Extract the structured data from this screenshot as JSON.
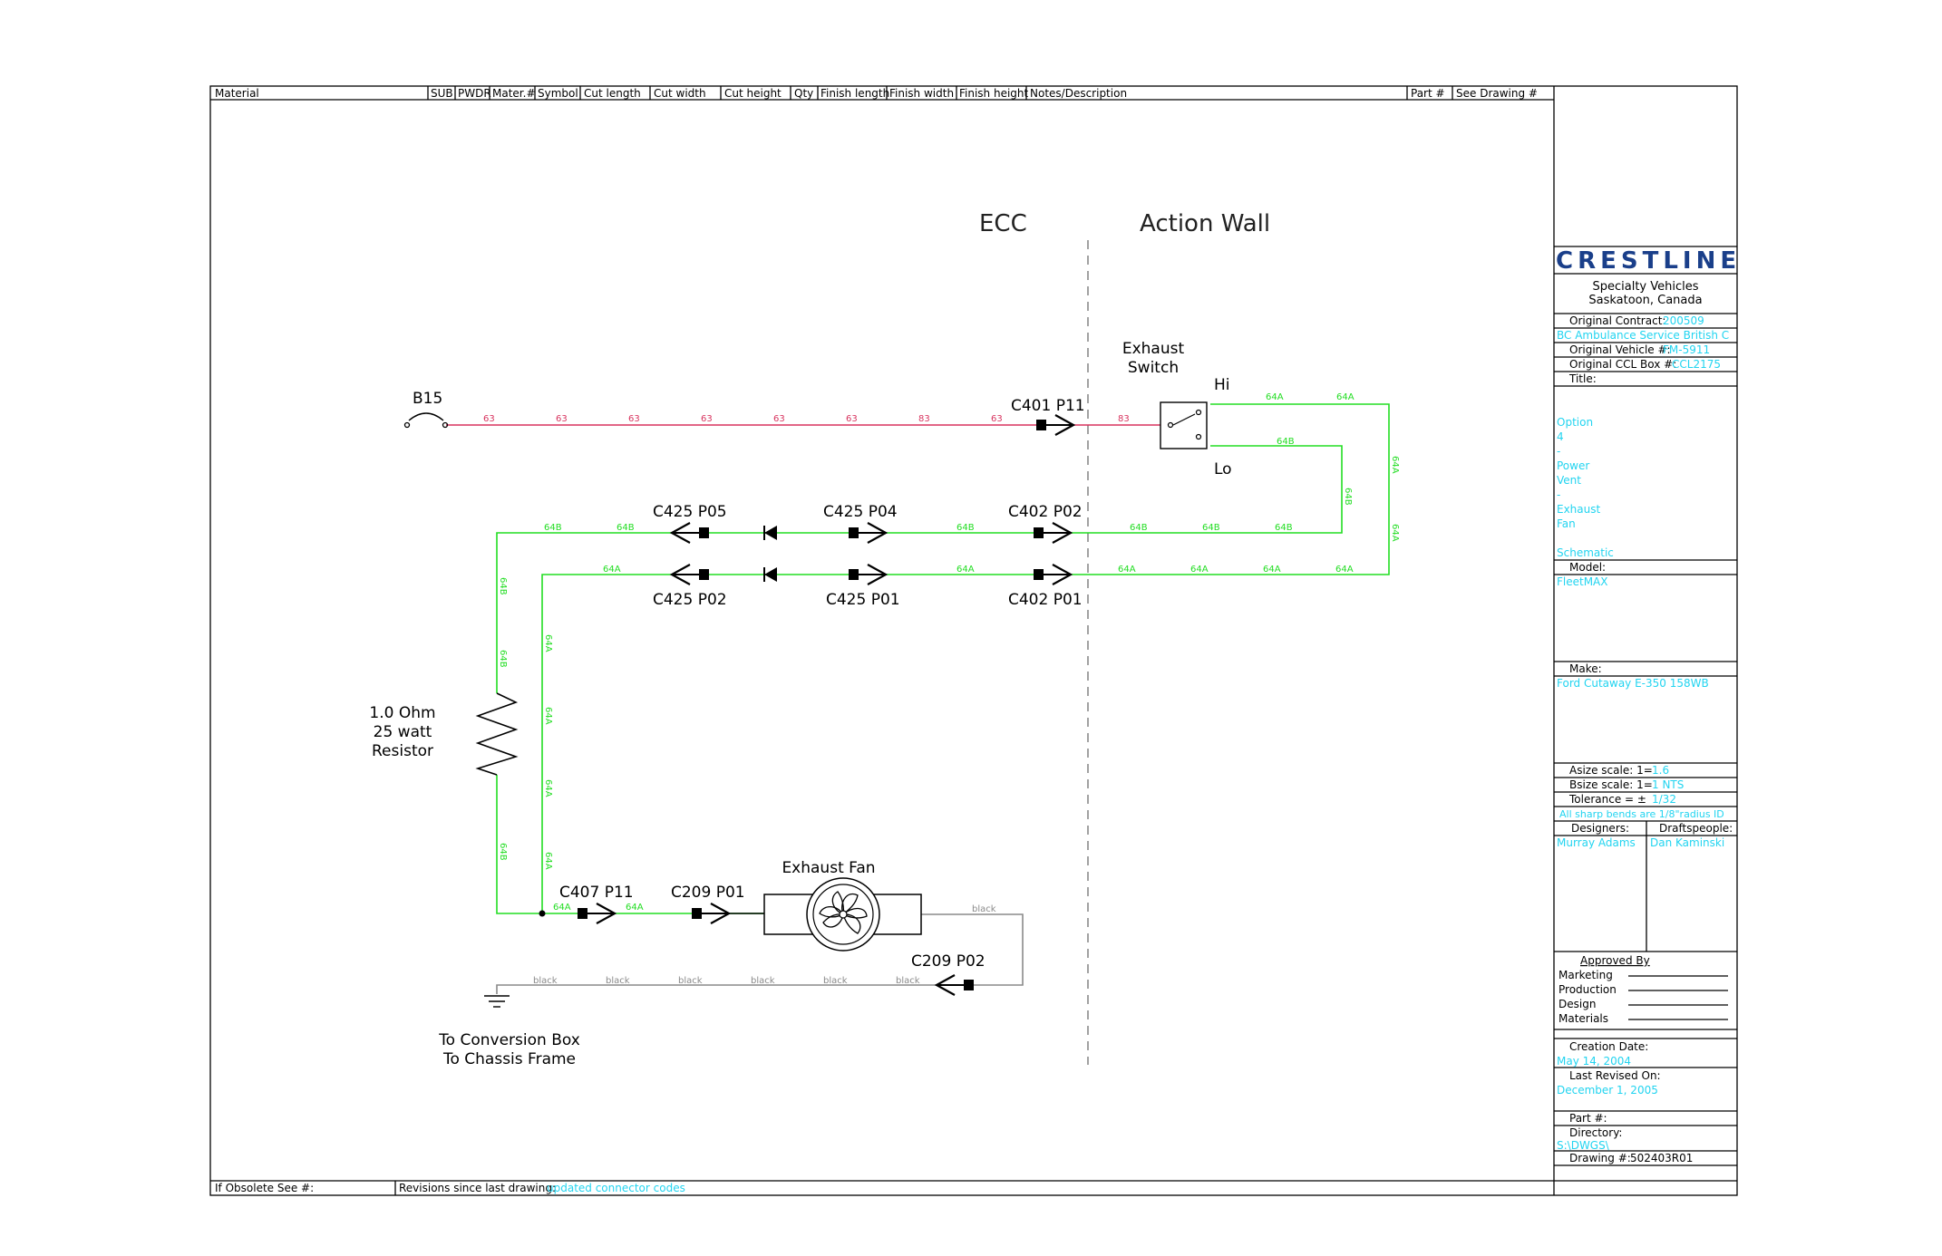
{
  "header": {
    "material": "Material",
    "sub": "SUB",
    "pwdr": "PWDR",
    "mater_no": "Mater.#",
    "symbol": "Symbol",
    "cut_length": "Cut length",
    "cut_width": "Cut width",
    "cut_height": "Cut height",
    "qty": "Qty",
    "finish_length": "Finish length",
    "finish_width": "Finish width",
    "finish_height": "Finish height",
    "notes": "Notes/Description",
    "part_no": "Part #",
    "see_drawing": "See Drawing #"
  },
  "footer": {
    "obsolete_label": "If Obsolete See #:",
    "revisions_label": "Revisions since last drawing:",
    "revisions_value": "updated connector codes"
  },
  "diagram": {
    "ecc_label": "ECC",
    "action_wall_label": "Action Wall",
    "b15": "B15",
    "exhaust_switch": [
      "Exhaust",
      "Switch"
    ],
    "hi": "Hi",
    "lo": "Lo",
    "c401_p11": "C401 P11",
    "c425_p05": "C425 P05",
    "c425_p04": "C425 P04",
    "c402_p02": "C402 P02",
    "c425_p02": "C425 P02",
    "c425_p01": "C425 P01",
    "c402_p01": "C402 P01",
    "resistor": [
      "1.0 Ohm",
      "25 watt",
      "Resistor"
    ],
    "c407_p11": "C407 P11",
    "c209_p01": "C209 P01",
    "exhaust_fan": "Exhaust Fan",
    "c209_p02": "C209 P02",
    "ground_label": [
      "To Conversion Box",
      "To Chassis Frame"
    ],
    "wire_63": "63",
    "wire_83": "83",
    "wire_64a": "64A",
    "wire_64b": "64B",
    "wire_black": "black"
  },
  "title_block": {
    "logo": "CRESTLINE",
    "company": [
      "Specialty Vehicles",
      "Saskatoon, Canada"
    ],
    "original_contract_label": "Original Contract:",
    "original_contract": "200509",
    "customer": "BC Ambulance Service British C",
    "original_vehicle_label": "Original Vehicle #:",
    "original_vehicle": "FM-5911",
    "original_ccl_label": "Original CCL Box #:",
    "original_ccl": "CCL2175",
    "title_label": "Title:",
    "title_lines": [
      "Option",
      "4",
      "-",
      "Power",
      "Vent",
      "-",
      "Exhaust",
      "Fan",
      "",
      "Schematic"
    ],
    "model_label": "Model:",
    "model": "FleetMAX",
    "make_label": "Make:",
    "make": "Ford Cutaway E-350 158WB",
    "asize_label": "Asize scale: 1=",
    "asize": "1.6",
    "bsize_label": "Bsize scale: 1=",
    "bsize": "1  NTS",
    "tolerance_label": "Tolerance = ±",
    "tolerance": "1/32",
    "bends": "All sharp bends are 1/8\"radius ID",
    "designers_label": "Designers:",
    "designers": "Murray Adams",
    "draftspeople_label": "Draftspeople:",
    "draftspeople": "Dan Kaminski",
    "approved_by": "Approved By",
    "approvals": [
      "Marketing",
      "Production",
      "Design",
      "Materials"
    ],
    "creation_date_label": "Creation Date:",
    "creation_date": "May 14, 2004",
    "last_revised_label": "Last Revised On:",
    "last_revised": "December 1, 2005",
    "part_label": "Part #:",
    "directory_label": "Directory:",
    "directory": "S:\\DWGS\\",
    "drawing_label": "Drawing #:",
    "drawing": "502403R01"
  },
  "colors": {
    "line": "#000000",
    "wire_red": "#d8345f",
    "wire_green": "#22dd22",
    "wire_gray": "#8a8a8a",
    "value_cyan": "#22d4f0"
  }
}
